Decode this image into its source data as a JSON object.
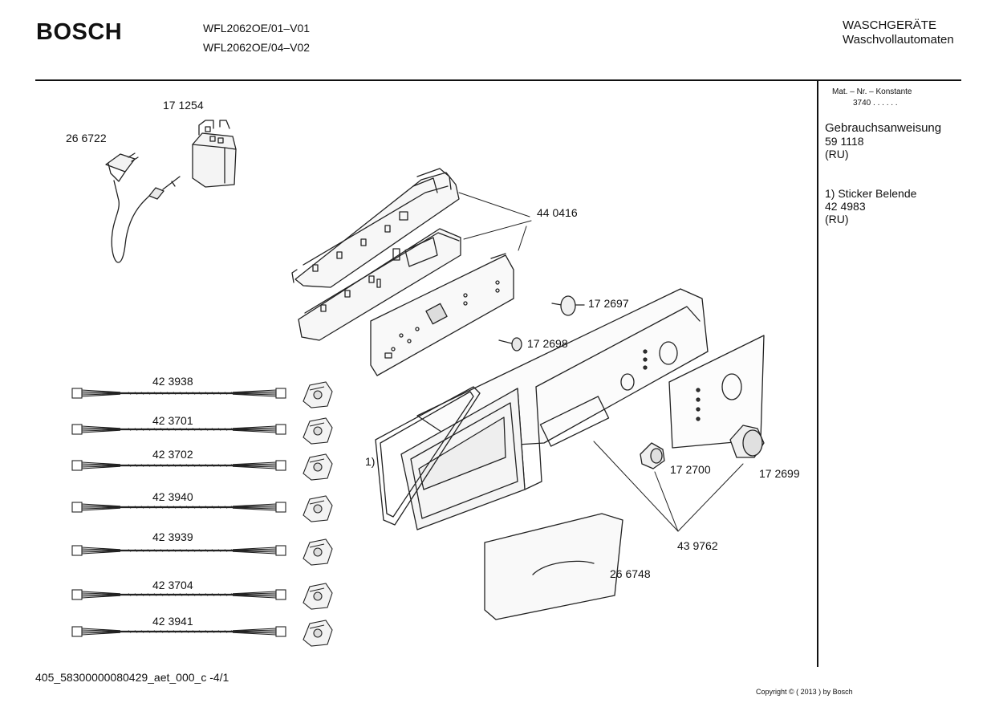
{
  "header": {
    "brand": "BOSCH",
    "models": [
      "WFL2062OE/01–V01",
      "WFL2062OE/04–V02"
    ],
    "category": "WASCHGERÄTE",
    "subcategory": "Waschvollautomaten"
  },
  "sidebar": {
    "mat_label": "Mat. – Nr. – Konstante",
    "mat_value": "3740 .  .    .  .  .  .",
    "manual_title": "Gebrauchsanweisung",
    "manual_number": "59 1118",
    "manual_lang": "(RU)",
    "sticker_title": "1) Sticker Belende",
    "sticker_number": "42 4983",
    "sticker_lang": "(RU)"
  },
  "parts": {
    "p171254": "17 1254",
    "p266722": "26 6722",
    "p440416": "44 0416",
    "p172697": "17 2697",
    "p172698": "17 2698",
    "p172700": "17 2700",
    "p172699": "17 2699",
    "p439762": "43 9762",
    "p266748": "26 6748",
    "note1": "1)"
  },
  "harnesses": [
    "42 3938",
    "42 3701",
    "42 3702",
    "42 3940",
    "42 3939",
    "42 3704",
    "42 3941"
  ],
  "footer": {
    "doc_id": "405_58300000080429_aet_000_c   -4/1",
    "copyright": "Copyright © ( 2013 ) by Bosch"
  }
}
